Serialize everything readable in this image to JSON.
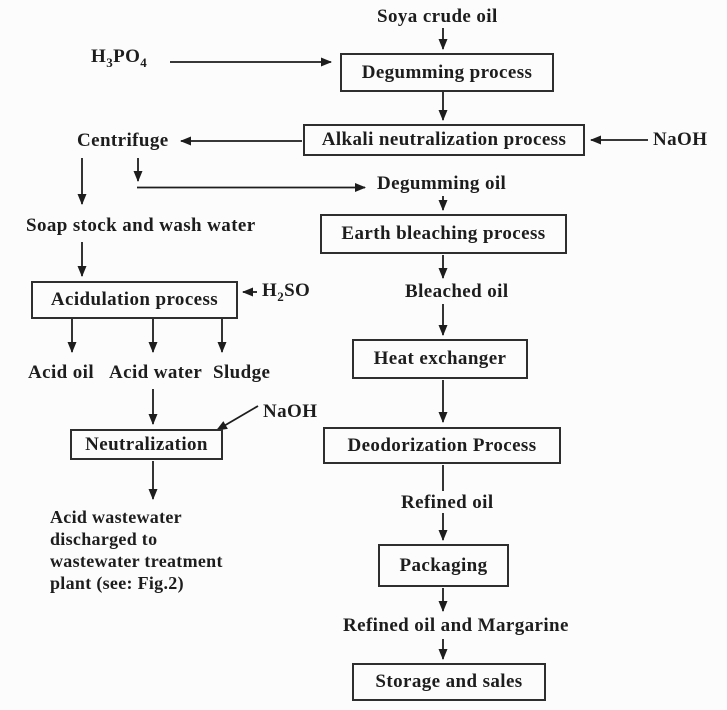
{
  "diagram": {
    "boxes": {
      "degumming": "Degumming process",
      "alkali": "Alkali neutralization process",
      "earth_bleaching": "Earth bleaching process",
      "heat_exchanger": "Heat exchanger",
      "deodorization": "Deodorization Process",
      "packaging": "Packaging",
      "storage": "Storage and sales",
      "acidulation": "Acidulation process",
      "neutralization": "Neutralization"
    },
    "labels": {
      "soya_crude_oil": "Soya crude oil",
      "centrifuge": "Centrifuge",
      "degumming_oil": "Degumming oil",
      "soap_stock": "Soap stock and wash water",
      "bleached_oil": "Bleached oil",
      "acid_oil": "Acid oil",
      "acid_water": "Acid water",
      "sludge": "Sludge",
      "refined_oil": "Refined oil",
      "refined_oil_margarine": "Refined oil and Margarine",
      "note_line1": "Acid wastewater",
      "note_line2": "discharged to",
      "note_line3": "wastewater treatment",
      "note_line4": "plant (see:  Fig.2)"
    },
    "chemicals": {
      "h3po4_p1": "H",
      "h3po4_s1": "3",
      "h3po4_p2": "PO",
      "h3po4_s2": "4",
      "naoh_top": "NaOH",
      "h2so_p1": "H",
      "h2so_s1": "2",
      "h2so_p2": "SO",
      "naoh_bottom": "NaOH"
    },
    "colors": {
      "ink": "#1d1d1d",
      "background": "#fcfcfc"
    }
  }
}
